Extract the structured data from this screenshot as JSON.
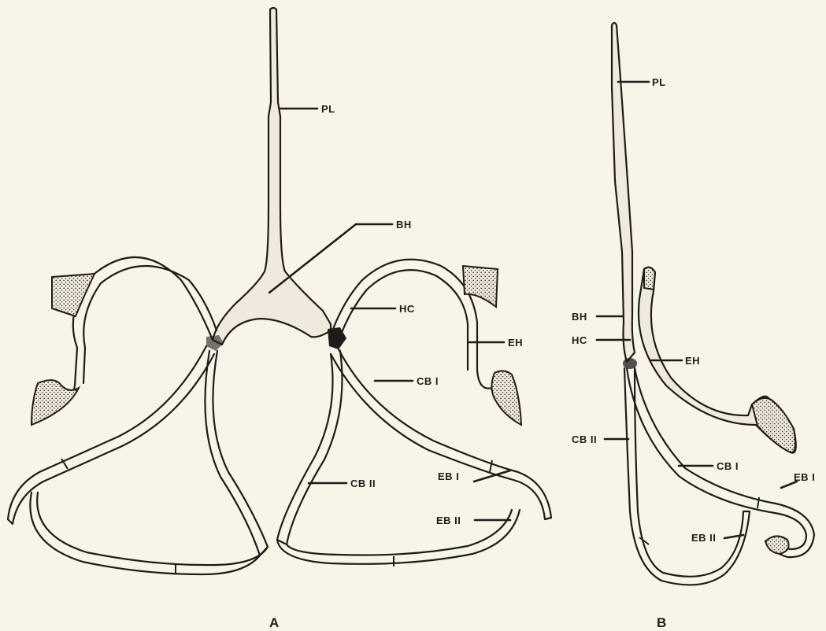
{
  "panels": [
    {
      "id": "A",
      "label": "A",
      "labels": {
        "pl": "PL",
        "bh": "BH",
        "hc": "HC",
        "eh": "EH",
        "cb1": "CB I",
        "cb2": "CB II",
        "eb1": "EB I",
        "eb2": "EB II"
      }
    },
    {
      "id": "B",
      "label": "B",
      "labels": {
        "pl": "PL",
        "bh": "BH",
        "hc": "HC",
        "eh": "EH",
        "cb1": "CB I",
        "cb2": "CB II",
        "eb1": "EB I",
        "eb2": "EB II"
      }
    }
  ],
  "colors": {
    "background": "#f7f4e8",
    "ink": "#1e1c18",
    "bone": "#efeadb"
  }
}
